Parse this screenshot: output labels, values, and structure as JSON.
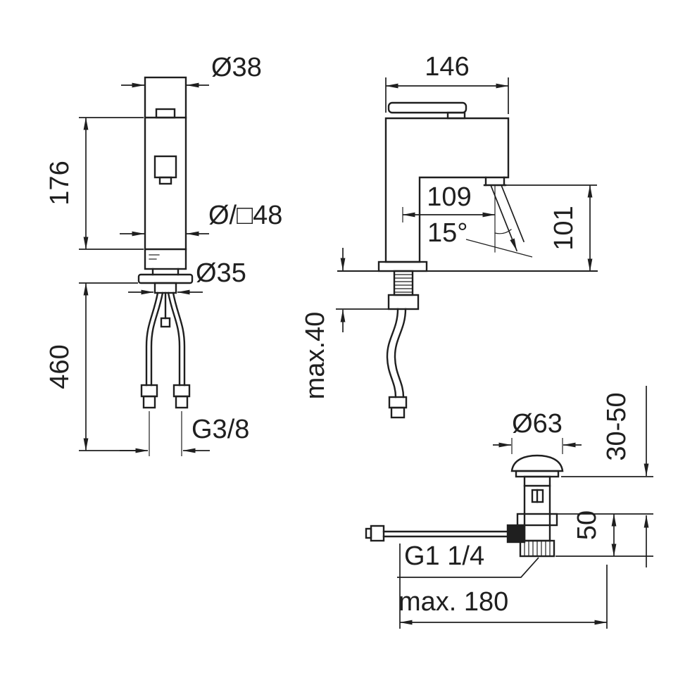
{
  "style": {
    "line_color": "#1f1f1f",
    "background": "#ffffff"
  },
  "drawing": {
    "front": {
      "spout_width": "Ø38",
      "body_height": "176",
      "body_width": "Ø/□48",
      "base_width": "Ø35",
      "hose_length": "460",
      "hose_thread": "G3/8"
    },
    "side": {
      "depth": "146",
      "spout_reach": "109",
      "spout_angle": "15°",
      "outlet_height": "101",
      "deck_thickness": "max.40"
    },
    "drain": {
      "flange_diameter": "Ø63",
      "clamp_range": "30-50",
      "lower_height": "50",
      "thread": "G1 1/4",
      "rod_length": "max. 180"
    }
  }
}
